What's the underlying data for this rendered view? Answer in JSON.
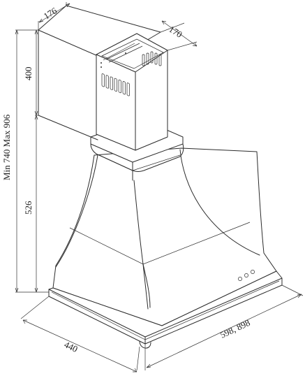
{
  "dimensions": {
    "chimney_depth": "176",
    "chimney_width": "170",
    "chimney_height": "400",
    "hood_height": "526",
    "total_height": "Min 740 Max 906",
    "hood_width": "598, 898",
    "hood_depth": "440"
  }
}
